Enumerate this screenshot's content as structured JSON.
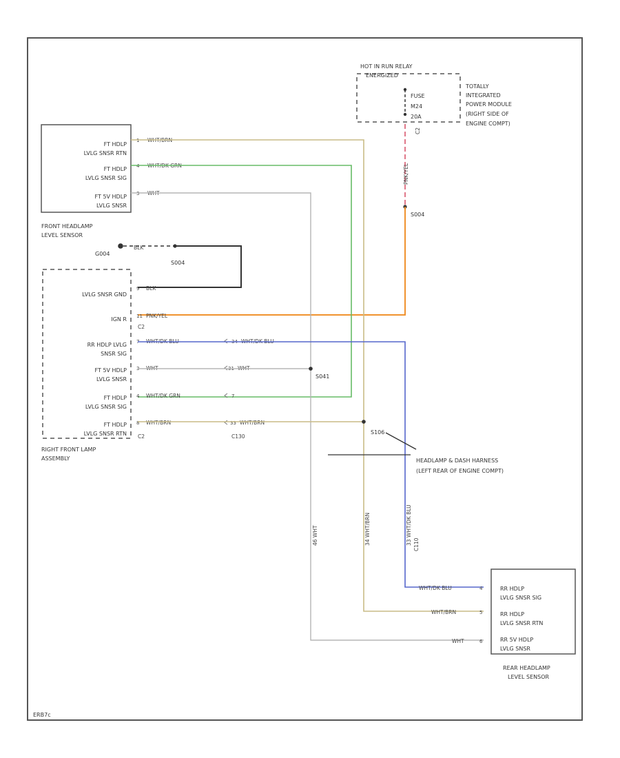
{
  "colors": {
    "frame": "#555555",
    "tan": "#c9bc86",
    "green": "#66bb66",
    "white_wire": "#b5b5b5",
    "orange": "#f0922e",
    "pink": "#e0788a",
    "blue": "#5566cc",
    "black": "#333333"
  },
  "footer_code": "ERB7c",
  "relay": {
    "title": "HOT IN RUN RELAY",
    "state": "ENERGIZED",
    "fuse": [
      "FUSE",
      "M24",
      "20A"
    ],
    "connector": "C2"
  },
  "tipm": [
    "TOTALLY",
    "INTEGRATED",
    "POWER MODULE",
    "(RIGHT SIDE OF",
    "ENGINE COMPT)"
  ],
  "front_sensor": {
    "label": [
      "FRONT HEADLAMP",
      "LEVEL SENSOR"
    ],
    "rows": [
      {
        "name": [
          "FT HDLP",
          "LVLG SNSR RTN"
        ],
        "pin": "1",
        "wire": "WHT/BRN"
      },
      {
        "name": [
          "FT HDLP",
          "LVLG SNSR SIG"
        ],
        "pin": "4",
        "wire": "WHT/DK GRN"
      },
      {
        "name": [
          "FT 5V HDLP",
          "LVLG SNSR"
        ],
        "pin": "3",
        "wire": "WHT"
      }
    ]
  },
  "ground": {
    "g": "G004",
    "s": "S004",
    "wire": "BLK"
  },
  "splice_s004_top": "S004",
  "lamp": {
    "label": [
      "RIGHT FRONT LAMP",
      "ASSEMBLY"
    ],
    "rows": [
      {
        "name": [
          "LVLG SNSR GND"
        ],
        "pin": "9",
        "wire": "BLK"
      },
      {
        "name": [
          "IGN R"
        ],
        "pin": "11",
        "wire": "PNK/YEL"
      },
      {
        "name": [
          "RR HDLP LVLG",
          "SNSR SIG"
        ],
        "pin": "7",
        "wire": "WHT/DK BLU",
        "cpin": "34",
        "cwire": "WHT/DK BLU"
      },
      {
        "name": [
          "FT 5V HDLP",
          "LVLG SNSR"
        ],
        "pin": "3",
        "wire": "WHT",
        "cpin": "31",
        "cwire": "WHT"
      },
      {
        "name": [
          "FT HDLP",
          "LVLG SNSR SIG"
        ],
        "pin": "4",
        "wire": "WHT/DK GRN",
        "cpin": "7",
        "cwire": ""
      },
      {
        "name": [
          "FT HDLP",
          "LVLG SNSR RTN"
        ],
        "pin": "8",
        "wire": "WHT/BRN",
        "cpin": "33",
        "cwire": "WHT/BRN"
      }
    ],
    "c2_top": "C2",
    "c2_bottom": "C2",
    "c130": "C130"
  },
  "splices": {
    "s041": "S041",
    "s106": "S106"
  },
  "harness": [
    "HEADLAMP & DASH HARNESS",
    "(LEFT REAR OF ENGINE COMPT)"
  ],
  "vertical_labels": {
    "v1": "46  WHT",
    "v2": "34  WHT/BRN",
    "v3": "33  WHT/DK BLU",
    "c110": "C110",
    "pink_wire": "PNK/YEL"
  },
  "rear_sensor": {
    "label": [
      "REAR HEADLAMP",
      "LEVEL SENSOR"
    ],
    "rows": [
      {
        "name": [
          "RR HDLP",
          "LVLG SNSR SIG"
        ],
        "pin": "4",
        "wire": "WHT/DK BLU"
      },
      {
        "name": [
          "RR HDLP",
          "LVLG SNSR RTN"
        ],
        "pin": "5",
        "wire": "WHT/BRN"
      },
      {
        "name": [
          "RR 5V HDLP",
          "LVLG SNSR"
        ],
        "pin": "6",
        "wire": "WHT"
      }
    ]
  }
}
